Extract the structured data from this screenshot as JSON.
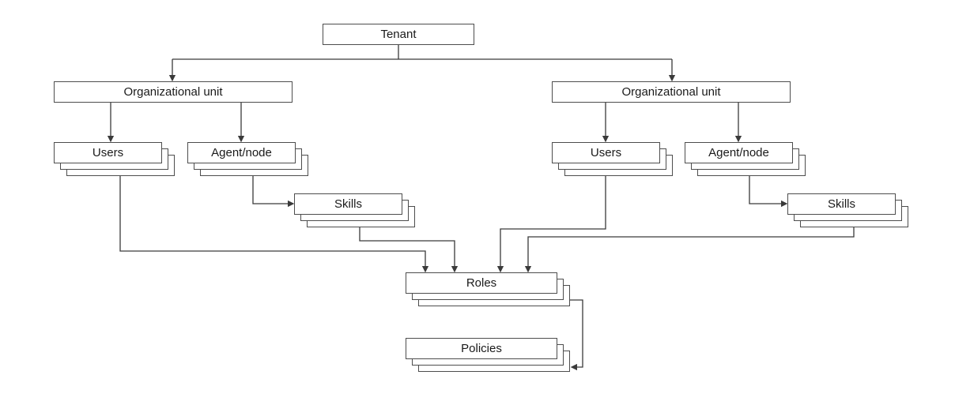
{
  "diagram": {
    "type": "hierarchy-flowchart",
    "colors": {
      "box_border": "#4d4d4d",
      "box_fill": "#ffffff",
      "line": "#3a3a3a",
      "text": "#1a1a1a",
      "background": "#ffffff"
    },
    "nodes": {
      "tenant": {
        "label": "Tenant",
        "stacked": false
      },
      "org_unit_left": {
        "label": "Organizational unit",
        "stacked": false
      },
      "org_unit_right": {
        "label": "Organizational unit",
        "stacked": false
      },
      "users_left": {
        "label": "Users",
        "stacked": true
      },
      "agent_node_left": {
        "label": "Agent/node",
        "stacked": true
      },
      "skills_left": {
        "label": "Skills",
        "stacked": true
      },
      "users_right": {
        "label": "Users",
        "stacked": true
      },
      "agent_node_right": {
        "label": "Agent/node",
        "stacked": true
      },
      "skills_right": {
        "label": "Skills",
        "stacked": true
      },
      "roles": {
        "label": "Roles",
        "stacked": true
      },
      "policies": {
        "label": "Policies",
        "stacked": true
      }
    },
    "edges": [
      {
        "from": "tenant",
        "to": "org_unit_left"
      },
      {
        "from": "tenant",
        "to": "org_unit_right"
      },
      {
        "from": "org_unit_left",
        "to": "users_left"
      },
      {
        "from": "org_unit_left",
        "to": "agent_node_left"
      },
      {
        "from": "agent_node_left",
        "to": "skills_left"
      },
      {
        "from": "org_unit_right",
        "to": "users_right"
      },
      {
        "from": "org_unit_right",
        "to": "agent_node_right"
      },
      {
        "from": "agent_node_right",
        "to": "skills_right"
      },
      {
        "from": "users_left",
        "to": "roles"
      },
      {
        "from": "skills_left",
        "to": "roles"
      },
      {
        "from": "users_right",
        "to": "roles"
      },
      {
        "from": "skills_right",
        "to": "roles"
      },
      {
        "from": "roles",
        "to": "policies"
      }
    ]
  }
}
